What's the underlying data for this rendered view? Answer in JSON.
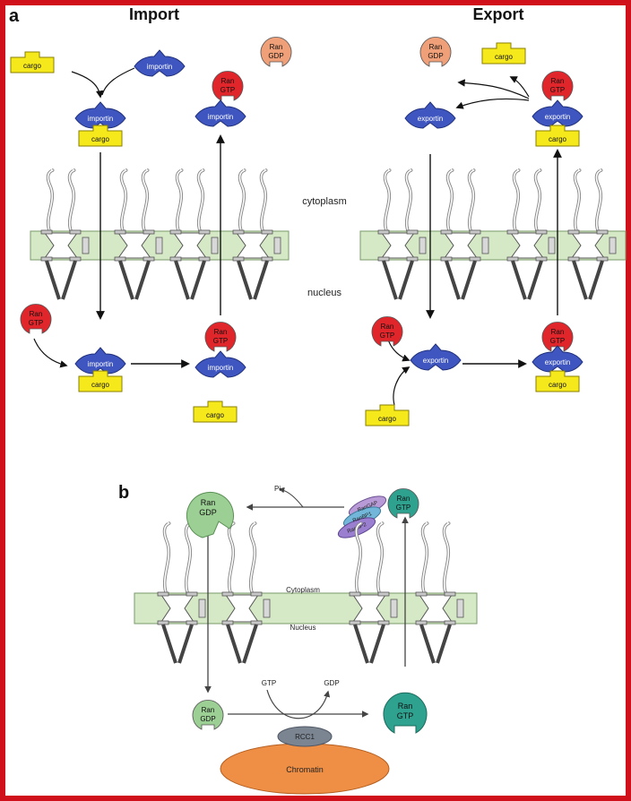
{
  "panel_a": {
    "letter": "a",
    "import_title": "Import",
    "export_title": "Export",
    "cytoplasm": "cytoplasm",
    "nucleus": "nucleus"
  },
  "panel_b": {
    "letter": "b",
    "cytoplasm": "Cytoplasm",
    "nucleus": "Nucleus",
    "pi": "Pi",
    "gtp": "GTP",
    "gdp": "GDP",
    "rcc1": "RCC1",
    "chromatin": "Chromatin",
    "rangap": "RanGAP",
    "ranbp1": "RanBP1",
    "ranbp2": "RanBP2"
  },
  "molecules": {
    "cargo": "cargo",
    "importin": "importin",
    "exportin": "exportin",
    "ran": "Ran",
    "gtp": "GTP",
    "gdp": "GDP"
  },
  "colors": {
    "frame": "#d0101a",
    "cargo": "#f5e81b",
    "carrier": "#3f56c0",
    "ran_gtp": "#e0262b",
    "ran_gdp": "#f0a078",
    "ran_gdp_b": "#9ccf94",
    "ran_gtp_b": "#2fa18f",
    "membrane": "#d6e9c6",
    "chromatin": "#ef8f45",
    "rcc1": "#7b8592"
  }
}
